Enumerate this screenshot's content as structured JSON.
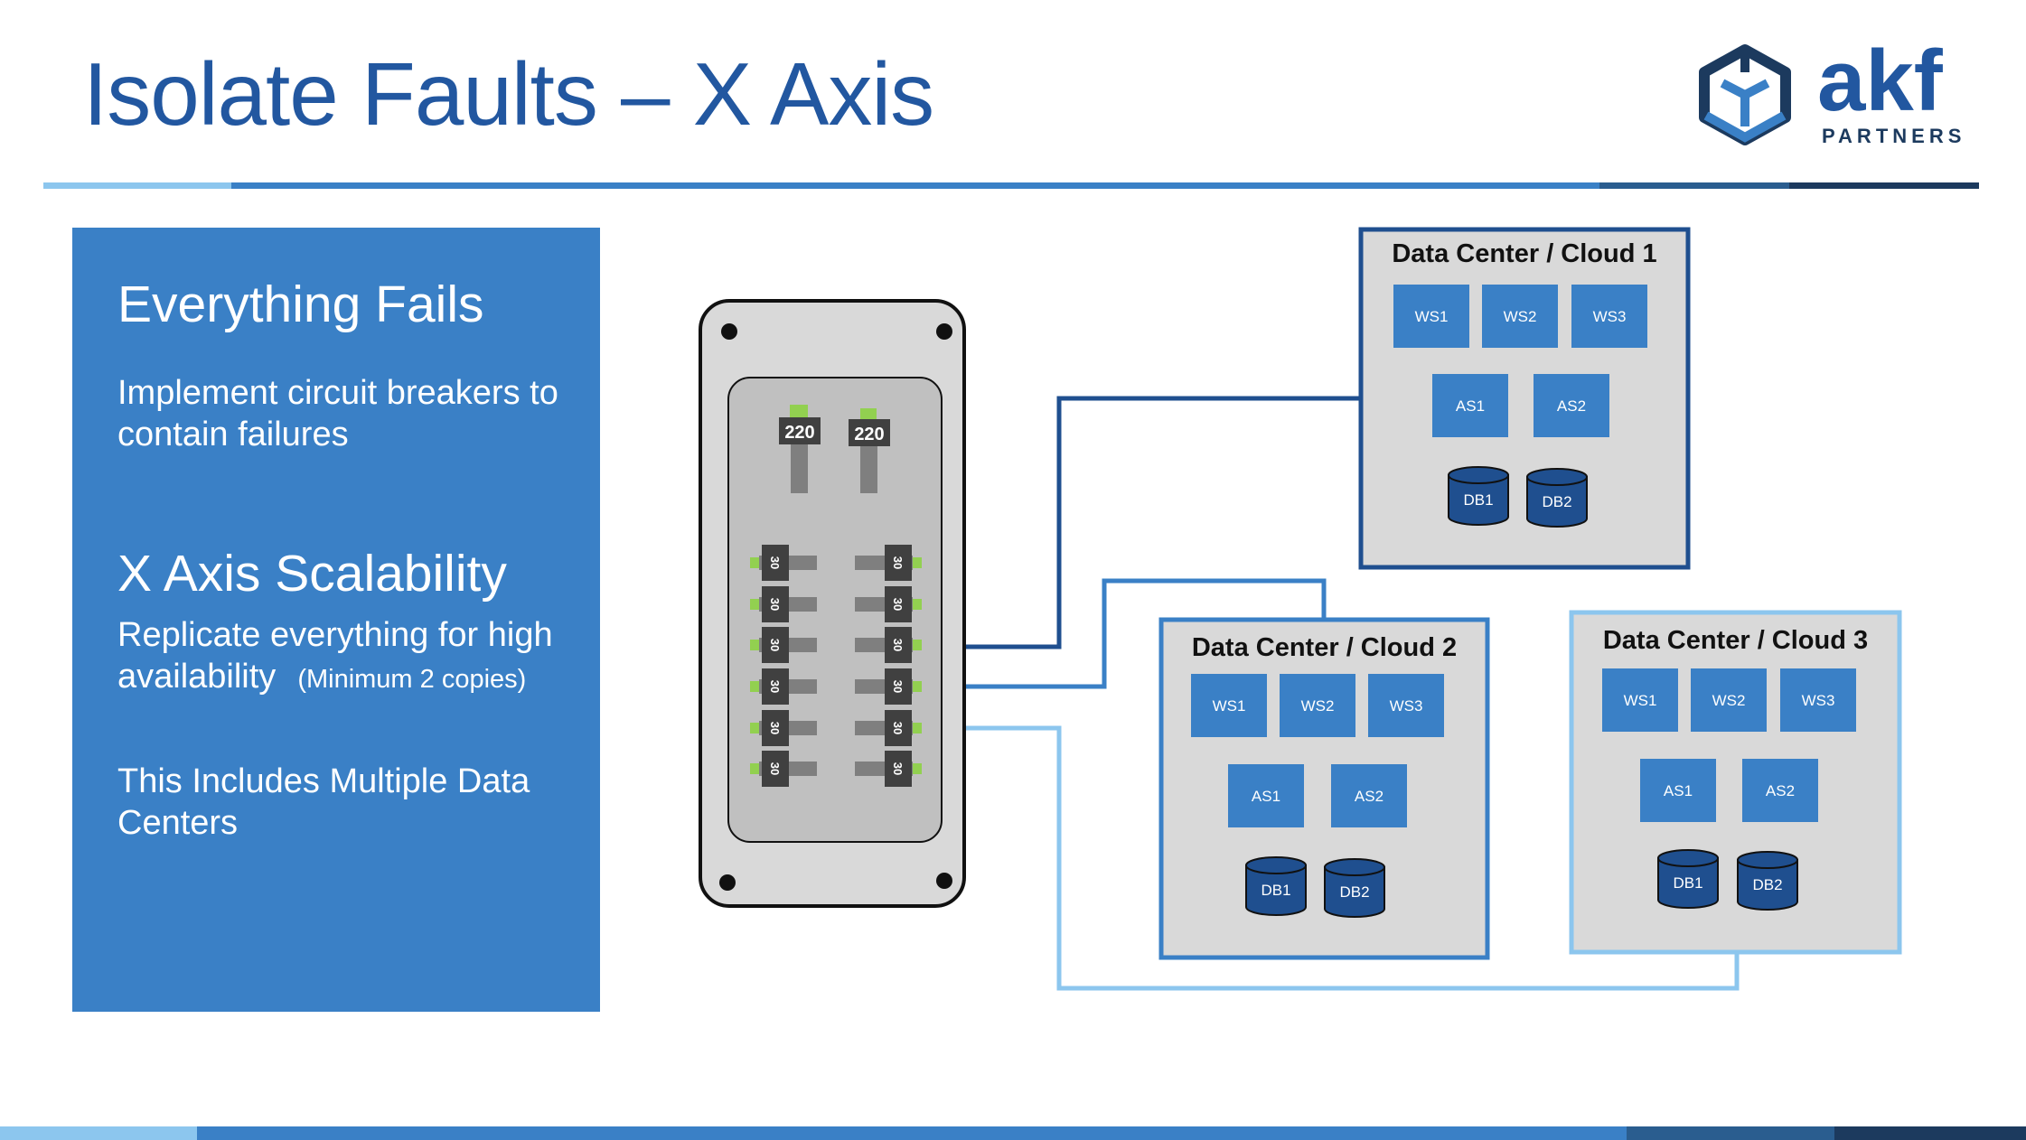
{
  "title": "Isolate Faults – X Axis",
  "logo": {
    "name": "akf",
    "sub": "PARTNERS"
  },
  "panel": {
    "heading1": "Everything Fails",
    "text1": "Implement circuit breakers to contain failures",
    "heading2": "X Axis Scalability",
    "text2": "Replicate everything for high availability",
    "text2_note": "(Minimum 2 copies)",
    "text3": "This Includes Multiple Data Centers"
  },
  "breaker_panel": {
    "main_labels": [
      "220",
      "220"
    ],
    "branch_label": "30"
  },
  "data_centers": [
    {
      "label": "Data Center / Cloud 1",
      "web_servers": [
        "WS1",
        "WS2",
        "WS3"
      ],
      "app_servers": [
        "AS1",
        "AS2"
      ],
      "databases": [
        "DB1",
        "DB2"
      ]
    },
    {
      "label": "Data Center / Cloud 2",
      "web_servers": [
        "WS1",
        "WS2",
        "WS3"
      ],
      "app_servers": [
        "AS1",
        "AS2"
      ],
      "databases": [
        "DB1",
        "DB2"
      ]
    },
    {
      "label": "Data Center / Cloud 3",
      "web_servers": [
        "WS1",
        "WS2",
        "WS3"
      ],
      "app_servers": [
        "AS1",
        "AS2"
      ],
      "databases": [
        "DB1",
        "DB2"
      ]
    }
  ],
  "colors": {
    "title": "#2257a0",
    "panel": "#3a80c6",
    "server_box": "#3a80c6",
    "db": "#1f4f8f",
    "dc1_border": "#1f4f8f",
    "dc2_border": "#3a80c6",
    "dc3_border": "#8cc6ee"
  }
}
